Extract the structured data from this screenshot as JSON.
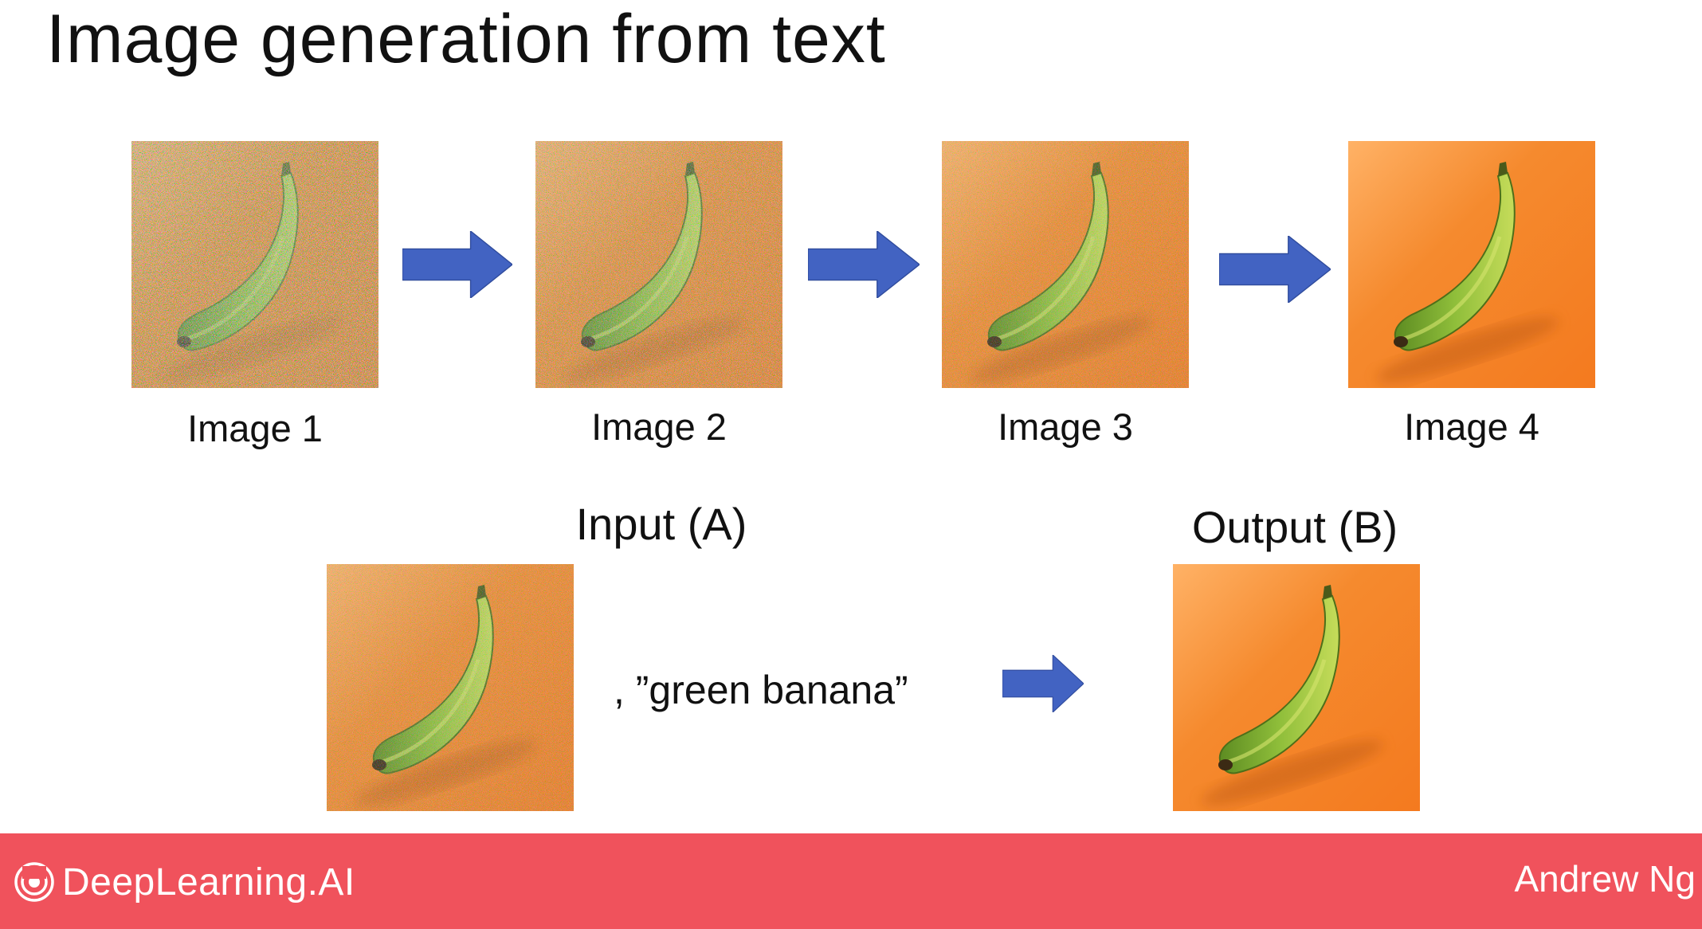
{
  "title": "Image generation from text",
  "pipeline": [
    {
      "caption": "Image 1",
      "noise_level": 1.0
    },
    {
      "caption": "Image 2",
      "noise_level": 0.75
    },
    {
      "caption": "Image 3",
      "noise_level": 0.45
    },
    {
      "caption": "Image 4",
      "noise_level": 0.0
    }
  ],
  "example": {
    "input_label": "Input (A)",
    "prompt": ", ”green banana”",
    "output_label": "Output (B)"
  },
  "footer": {
    "brand": "DeepLearning.AI",
    "author": "Andrew Ng"
  },
  "colors": {
    "arrow": "#4263c2",
    "footer": "#f0525c",
    "orange_background": "#f58a2e",
    "banana": "#8fbe3a"
  }
}
